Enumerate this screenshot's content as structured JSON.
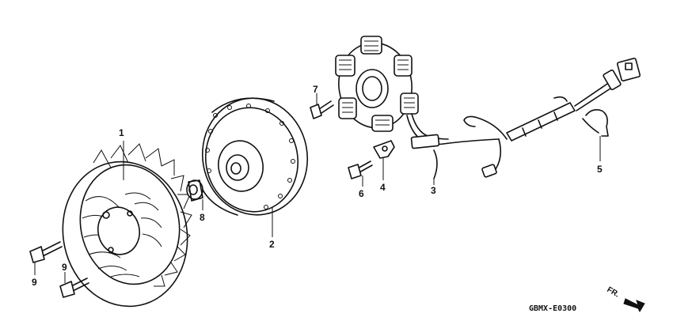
{
  "diagram": {
    "code": "GBMX-E0300",
    "direction": "FR."
  },
  "callouts": [
    {
      "id": "c1",
      "label": "1"
    },
    {
      "id": "c2",
      "label": "2"
    },
    {
      "id": "c3",
      "label": "3"
    },
    {
      "id": "c4",
      "label": "4"
    },
    {
      "id": "c5",
      "label": "5"
    },
    {
      "id": "c6",
      "label": "6"
    },
    {
      "id": "c7",
      "label": "7"
    },
    {
      "id": "c8",
      "label": "8"
    },
    {
      "id": "c9a",
      "label": "9"
    },
    {
      "id": "c9b",
      "label": "9"
    }
  ],
  "parts": [
    {
      "id": "fan",
      "icon": "cooling-fan-icon"
    },
    {
      "id": "flywheel",
      "icon": "flywheel-icon"
    },
    {
      "id": "stator",
      "icon": "stator-coil-icon"
    },
    {
      "id": "harness",
      "icon": "wire-harness-icon"
    },
    {
      "id": "clamp",
      "icon": "harness-clamp-icon"
    },
    {
      "id": "bracket",
      "icon": "wire-bracket-icon"
    },
    {
      "id": "nut",
      "icon": "flange-nut-icon"
    },
    {
      "id": "bolts",
      "icon": "flange-bolt-icon"
    }
  ]
}
